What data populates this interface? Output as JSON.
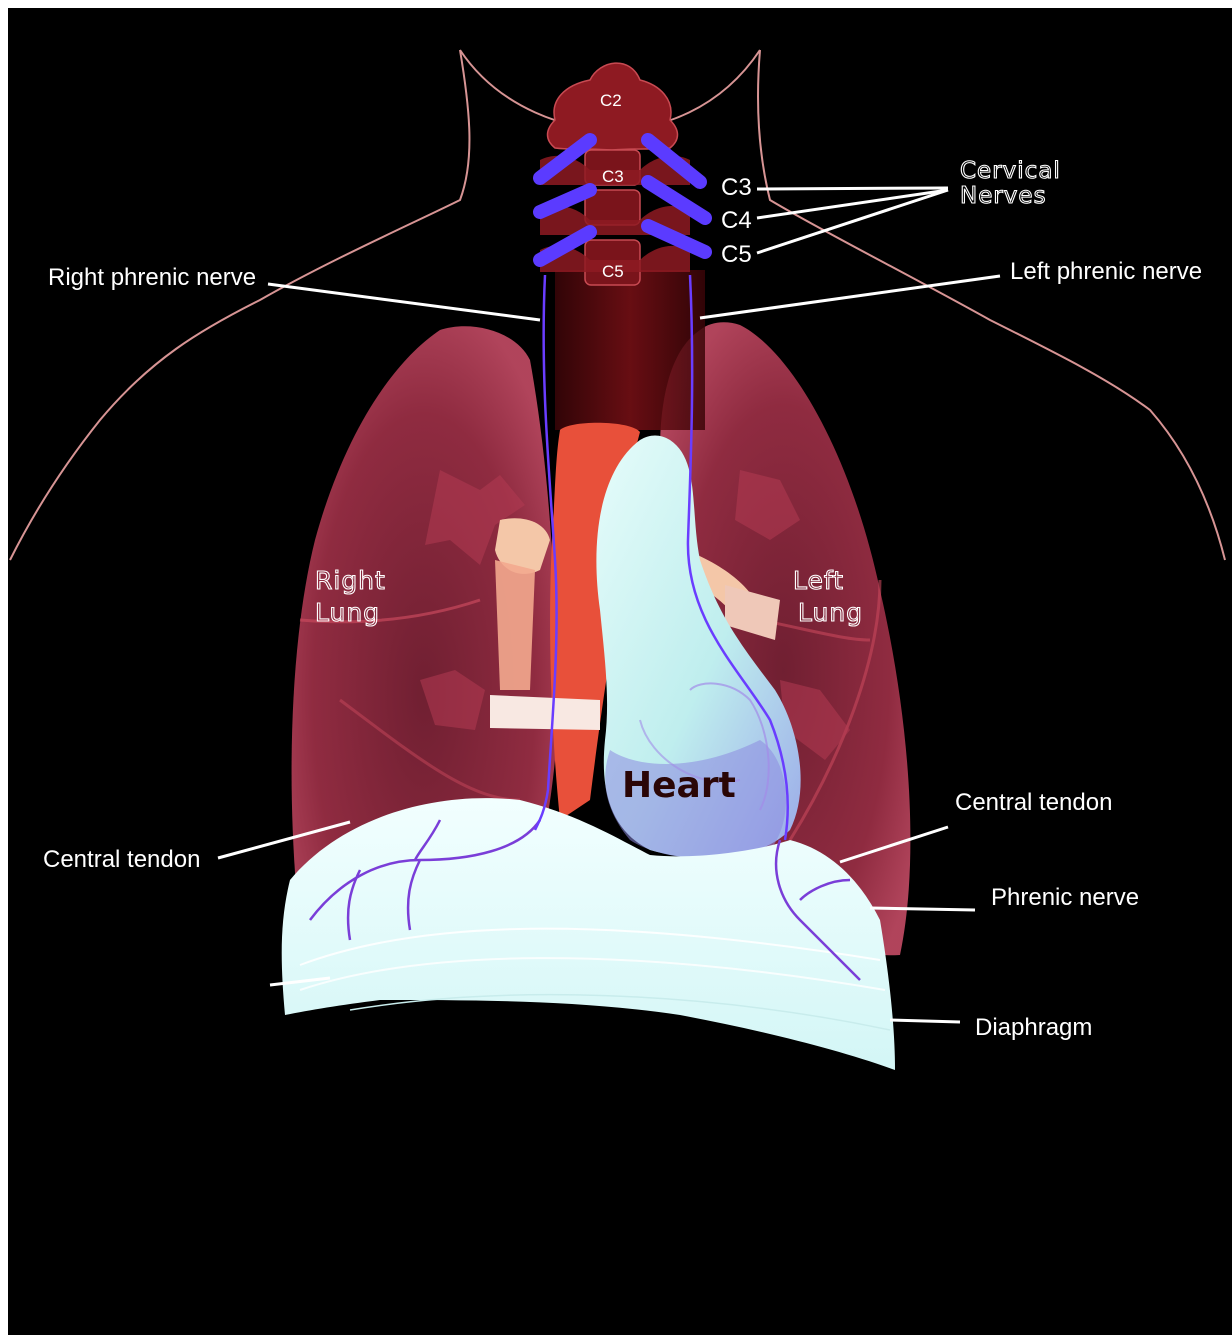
{
  "labels": {
    "c2": "C2",
    "c3_vertebra": "C3",
    "c5_vertebra": "C5",
    "c3": "C3",
    "c4": "C4",
    "c5": "C5",
    "cervical_line1": "Cervical",
    "cervical_line2": "Nerves",
    "right_phrenic": "Right phrenic nerve",
    "left_phrenic": "Left phrenic nerve",
    "right_lung_line1": "Right",
    "right_lung_line2": "Lung",
    "left_lung_line1": "Left",
    "left_lung_line2": "Lung",
    "heart": "Heart",
    "central_tendon_left": "Central tendon",
    "central_tendon_right": "Central tendon",
    "phrenic_nerve": "Phrenic nerve",
    "diaphragm": "Diaphragm"
  },
  "colors": {
    "background": "#000000",
    "body_outline": "#d79494",
    "lung": "#a3324a",
    "vertebra": "#8e1a22",
    "nerve": "#6a3dff",
    "heart_light": "#cdf4f2",
    "aorta": "#e8503a",
    "diaphragm": "#e6fbfb",
    "label": "#ffffff"
  }
}
